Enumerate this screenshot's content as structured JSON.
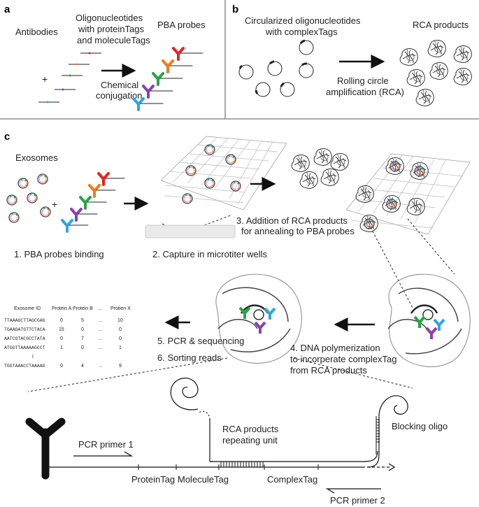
{
  "panels": {
    "a": {
      "letter": "a",
      "antibodies": "Antibodies",
      "oligo_line1": "Oligonucleotides",
      "oligo_line2": "with proteinTags",
      "oligo_line3": "and moleculeTags",
      "pba_probes": "PBA probes",
      "plus": "+",
      "conj_line1": "Chemical",
      "conj_line2": "conjugation"
    },
    "b": {
      "letter": "b",
      "circ_line1": "Circularized oligonucleotides",
      "circ_line2": "with complexTags",
      "rca_products": "RCA products",
      "rca_line1": "Rolling circle",
      "rca_line2": "amplification (RCA)"
    },
    "c": {
      "letter": "c",
      "exosomes": "Exosomes",
      "plus": "+",
      "step1": "1. PBA probes binding",
      "step2": "2. Capture in microtiter wells",
      "step3_line1": "3. Addition of RCA products",
      "step3_line2": "for annealing to PBA probes",
      "step4_line1": "4. DNA polymerization",
      "step4_line2": "to incorperate complexTag",
      "step4_line3": "from RCA products",
      "step5": "5. PCR & sequencing",
      "step6": "6. Sorting reads",
      "table": {
        "headers": [
          "Exosome ID",
          "Protein A",
          "Protein B",
          "...",
          "Protien X"
        ],
        "rows": [
          [
            "TTAAAGCTTAGCGAG",
            "0",
            "5",
            "...",
            "10"
          ],
          [
            "TGAAGATGTTCTACA",
            "15",
            "0",
            "...",
            "0"
          ],
          [
            "AATCGTACGCCTATA",
            "0",
            "7",
            "...",
            "0"
          ],
          [
            "ATGGTTAAAAAGCCT",
            "1",
            "0",
            "...",
            "1"
          ],
          [
            "TGGTAAACCTAAAAG",
            "0",
            "4",
            "...",
            "9"
          ]
        ],
        "ellipsis": "I"
      },
      "bottom": {
        "pcr_primer1": "PCR primer 1",
        "protein_tag": "ProteinTag",
        "molecule_tag": "MoleculeTag",
        "rca_unit_line1": "RCA products",
        "rca_unit_line2": "repeating unit",
        "complex_tag": "ComplexTag",
        "blocking_oligo": "Blocking oligo",
        "pcr_primer2": "PCR primer 2"
      }
    }
  },
  "colors": {
    "red": "#e0262b",
    "orange": "#f07d1a",
    "green": "#2aa346",
    "purple": "#8c3fb0",
    "blue": "#2ea6de",
    "line": "#222222",
    "grid": "#bbbbbb"
  }
}
